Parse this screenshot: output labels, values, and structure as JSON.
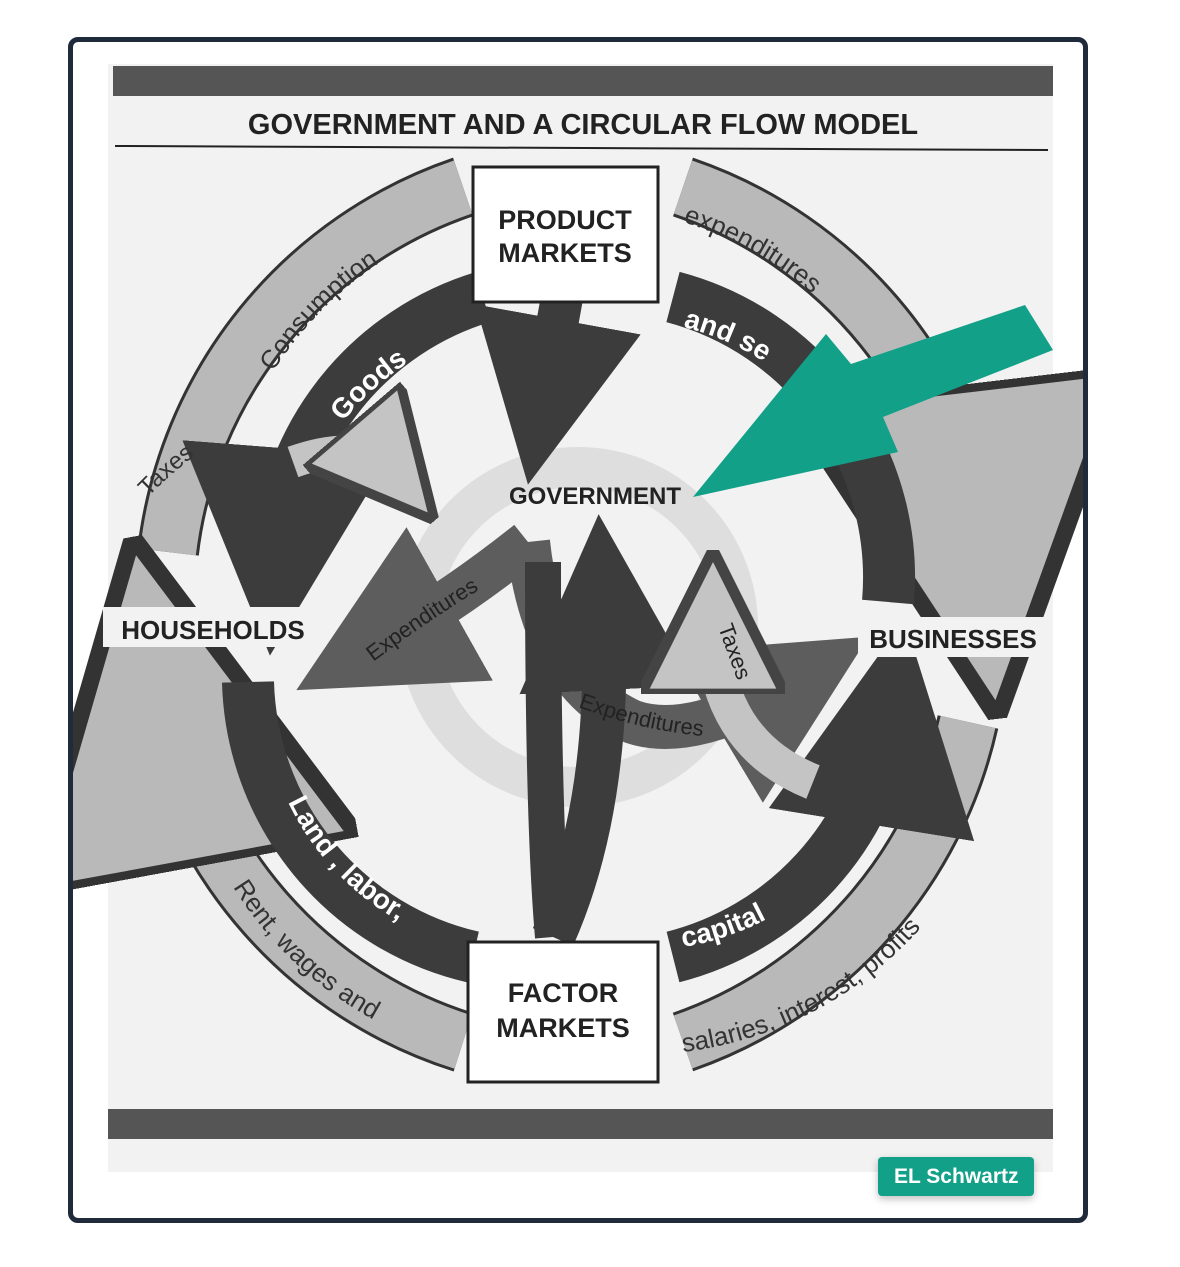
{
  "diagram": {
    "title": "GOVERNMENT AND A CIRCULAR FLOW MODEL",
    "nodes": {
      "product_markets": [
        "PRODUCT",
        "MARKETS"
      ],
      "factor_markets": [
        "FACTOR",
        "MARKETS"
      ],
      "households": "HOUSEHOLDS",
      "businesses": "BUSINESSES",
      "government": "GOVERNMENT"
    },
    "flows": {
      "consumption": "Consumption",
      "expenditures_top": "expenditures",
      "goods": "Goods",
      "and_services": "and se",
      "taxes_left": "Taxes",
      "taxes_right": "Taxes",
      "expenditures_left": "Expenditures",
      "expenditures_right": "Expenditures",
      "land_labor": "Land , labor,",
      "capital": "capital",
      "rent_wages": "Rent, wages and",
      "salaries": "salaries, interest, profits"
    },
    "colors": {
      "outer_ring": "#b9b9b9",
      "inner_ring": "#3c3c3c",
      "mid_arrow": "#5d5d5d",
      "pointer_arrow": "#13a088"
    }
  },
  "credit": {
    "label": "EL Schwartz"
  }
}
